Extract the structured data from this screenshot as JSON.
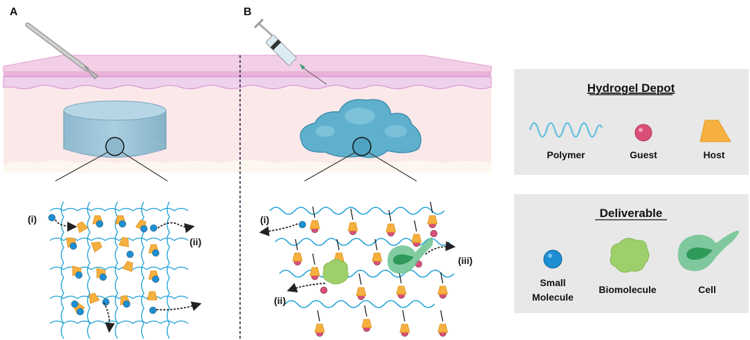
{
  "panels": {
    "a": {
      "label": "A",
      "arrow_labels": [
        "(i)",
        "(ii)"
      ]
    },
    "b": {
      "label": "B",
      "arrow_labels": [
        "(i)",
        "(ii)",
        "(iii)"
      ]
    }
  },
  "legend": {
    "hydrogel": {
      "title": "Hydrogel Depot",
      "items": [
        {
          "label": "Polymer",
          "icon": "polymer-wave-icon",
          "color": "#6cc3e0"
        },
        {
          "label": "Guest",
          "icon": "guest-sphere-icon",
          "color": "#d94f78"
        },
        {
          "label": "Host",
          "icon": "host-trapezoid-icon",
          "color": "#f5b03f"
        }
      ]
    },
    "deliverable": {
      "title": "Deliverable",
      "items": [
        {
          "label": "Small Molecule",
          "line1": "Small",
          "line2": "Molecule",
          "icon": "small-molecule-icon",
          "color": "#1d8fd2"
        },
        {
          "label": "Biomolecule",
          "icon": "biomolecule-icon",
          "color": "#9dcf6a"
        },
        {
          "label": "Cell",
          "icon": "cell-icon",
          "color": "#6cc28f"
        }
      ]
    }
  },
  "colors": {
    "polymer": "#1a9fd6",
    "host": "#f5b03f",
    "guest": "#d94f78",
    "small_molecule": "#1d8fd2",
    "legend_bg": "#e8e8e8"
  }
}
